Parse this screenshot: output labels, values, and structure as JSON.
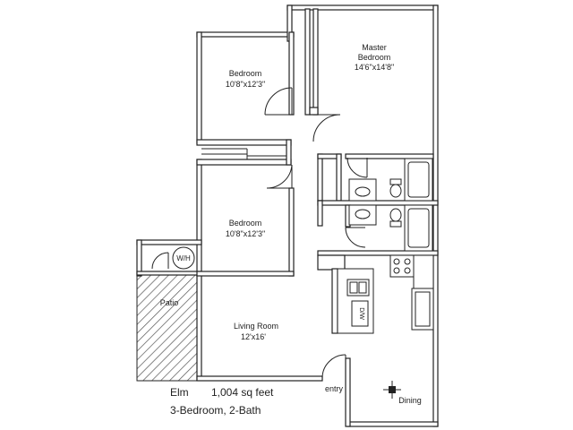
{
  "rooms": {
    "master_bedroom": {
      "name_line1": "Master",
      "name_line2": "Bedroom",
      "size": "14'6\"x14'8\""
    },
    "bedroom_upper": {
      "name": "Bedroom",
      "size": "10'8\"x12'3\""
    },
    "bedroom_lower": {
      "name": "Bedroom",
      "size": "10'8\"x12'3\""
    },
    "living_room": {
      "name": "Living Room",
      "size": "12'x16'"
    },
    "patio": {
      "name": "Patio"
    },
    "dining": {
      "name": "Dining"
    },
    "entry": {
      "name": "entry"
    }
  },
  "fixtures": {
    "water_heater": "W/H",
    "dishwasher": "D/W"
  },
  "caption": {
    "model": "Elm",
    "area": "1,004 sq feet",
    "layout": "3-Bedroom, 2-Bath"
  },
  "colors": {
    "line": "#222222",
    "hatch": "#555555",
    "background": "#ffffff"
  }
}
